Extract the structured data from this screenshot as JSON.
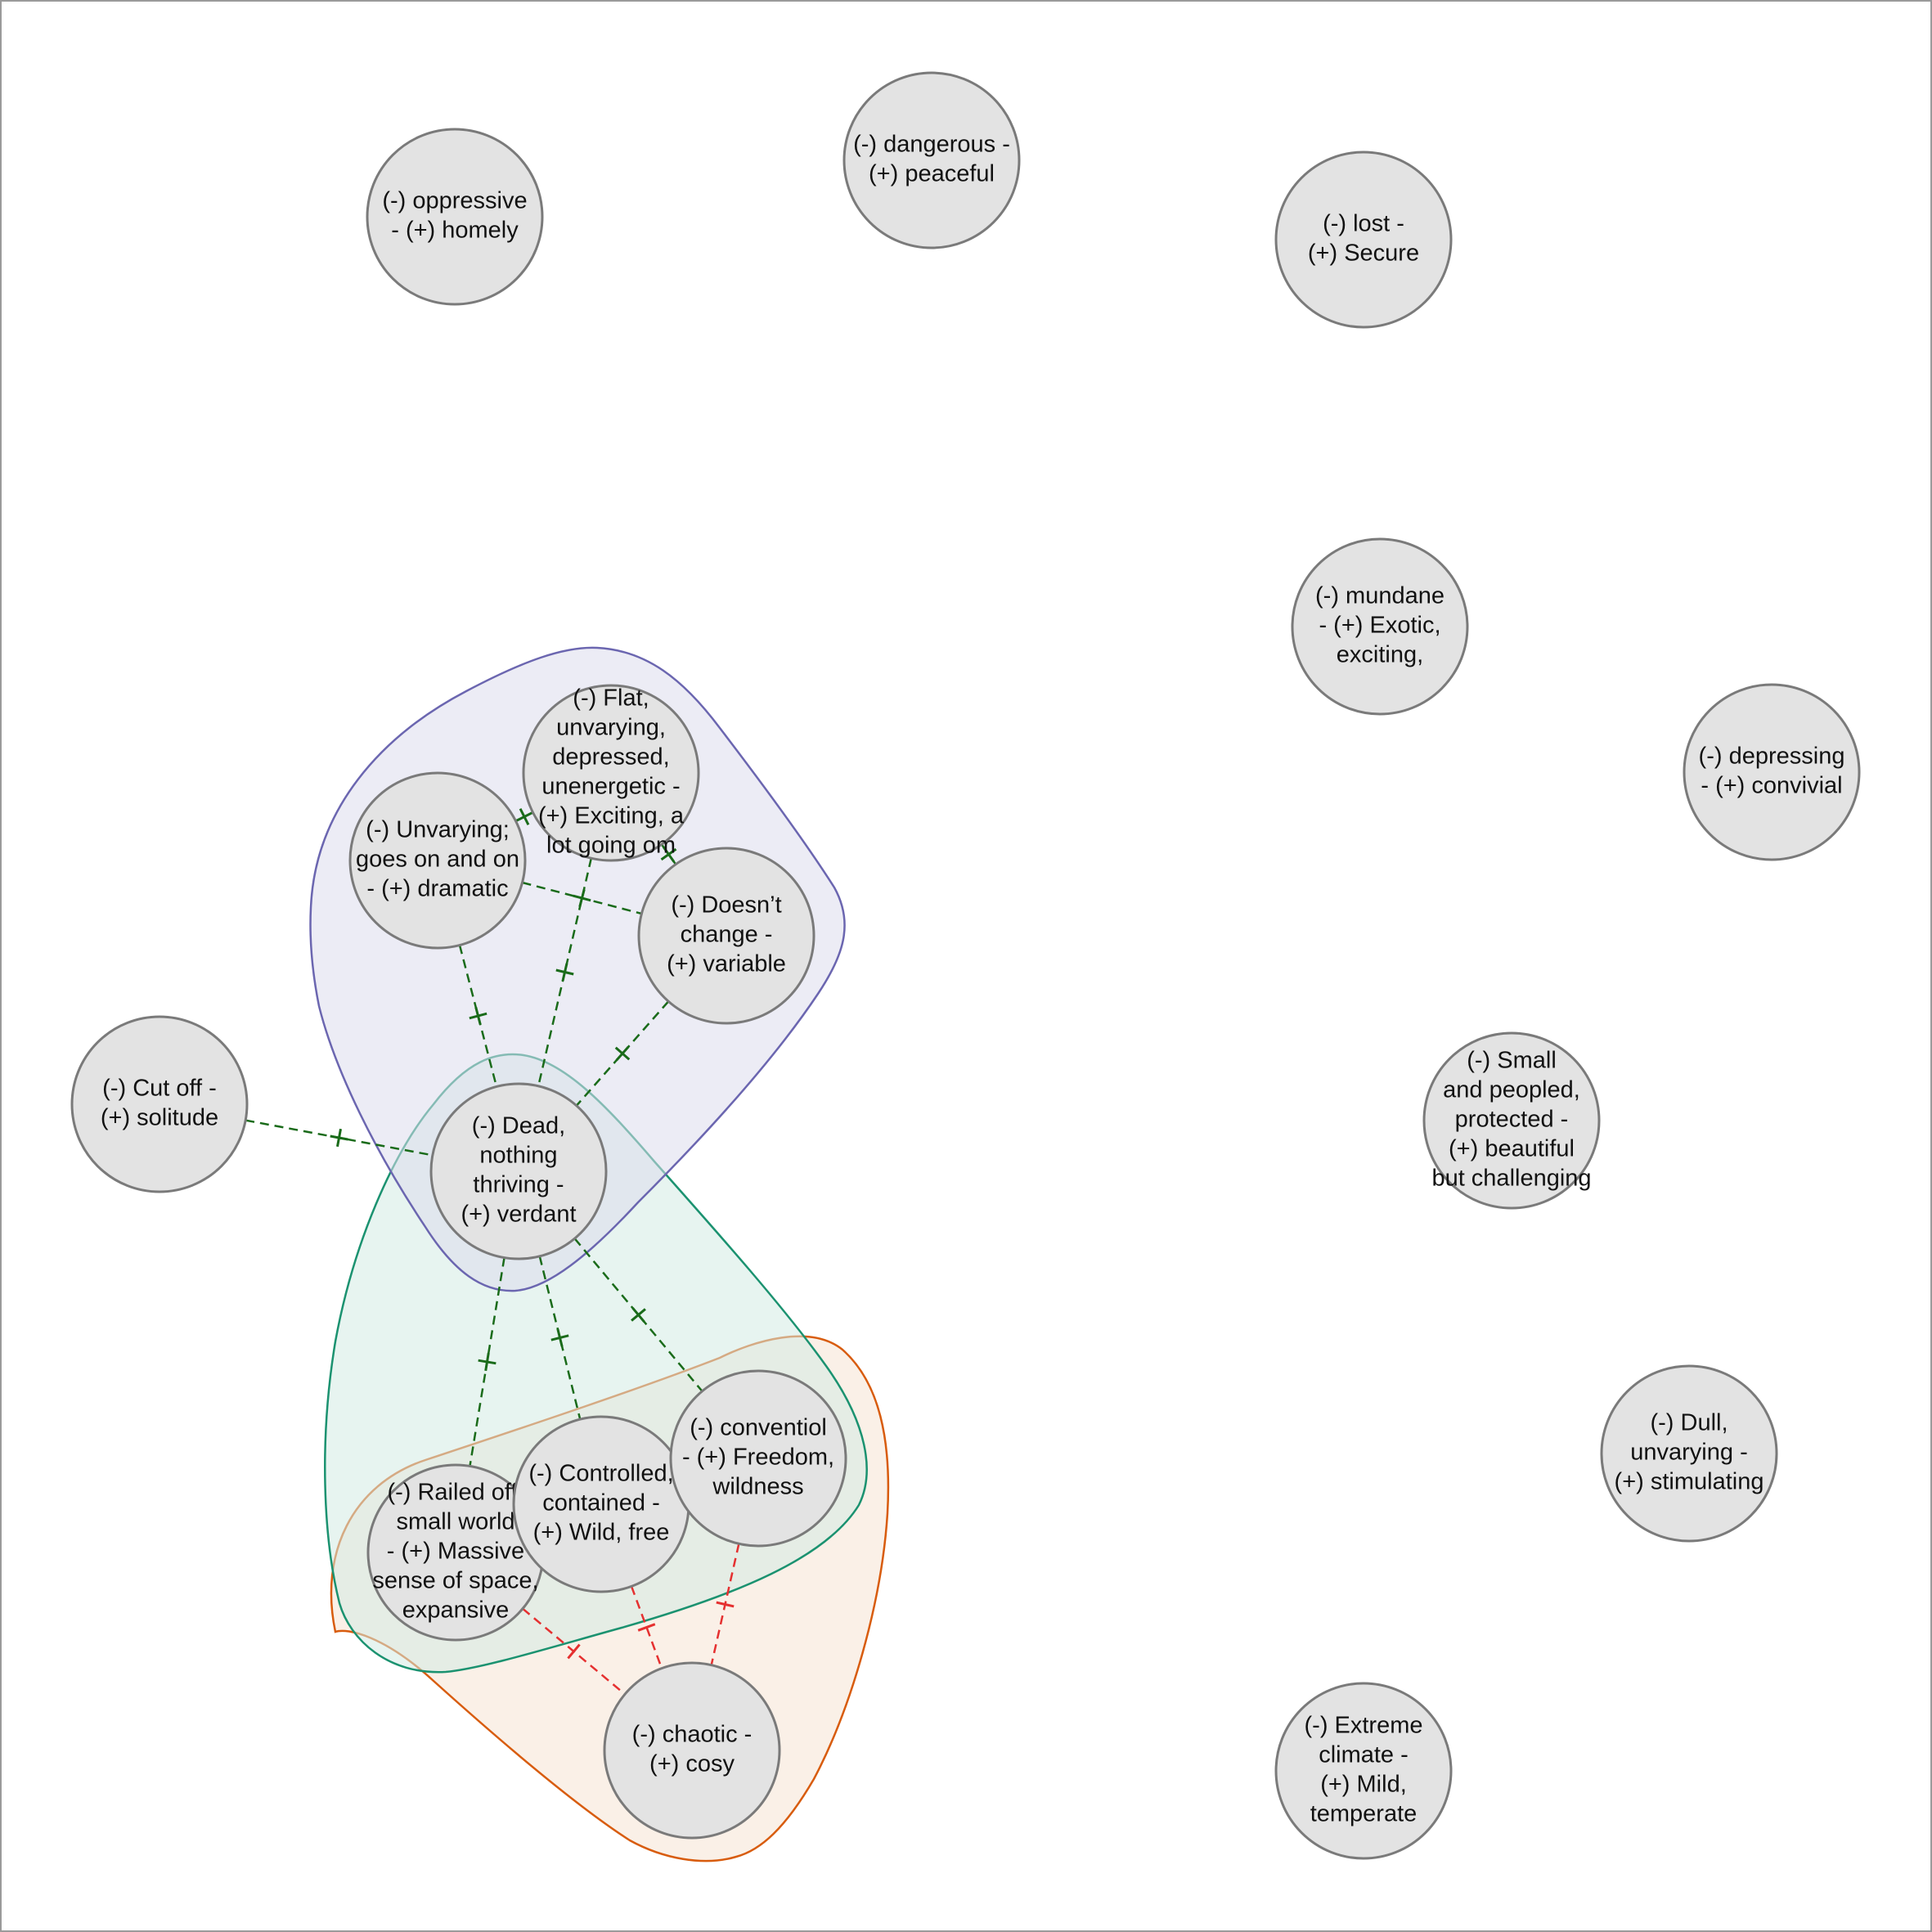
{
  "colors": {
    "node_fill": "#e3e3e3",
    "node_stroke": "#7a7a7a",
    "positive_link": "#1a6b1a",
    "negative_link": "#e53030",
    "cluster_purple_stroke": "#6b66b0",
    "cluster_purple_fill": "#dcdcec",
    "cluster_green_stroke": "#1b9270",
    "cluster_green_fill": "#d3ebe3",
    "cluster_orange_stroke": "#d85c0e",
    "cluster_orange_fill": "#f6e3d3"
  },
  "nodes": [
    {
      "id": "oppressive",
      "lines": [
        "(-) oppressive",
        "- (+) homely"
      ]
    },
    {
      "id": "dangerous",
      "lines": [
        "(-) dangerous -",
        "(+) peaceful"
      ]
    },
    {
      "id": "lost",
      "lines": [
        "(-) lost -",
        "(+) Secure"
      ]
    },
    {
      "id": "mundane",
      "lines": [
        "(-) mundane",
        "- (+) Exotic,",
        "exciting,"
      ]
    },
    {
      "id": "depressing",
      "lines": [
        "(-) depressing",
        "- (+) convivial"
      ]
    },
    {
      "id": "small",
      "lines": [
        "(-) Small",
        "and peopled,",
        "protected -",
        "(+) beautiful",
        "but challenging"
      ]
    },
    {
      "id": "dull",
      "lines": [
        "(-) Dull,",
        "unvarying -",
        "(+) stimulating"
      ]
    },
    {
      "id": "extreme",
      "lines": [
        "(-) Extreme",
        "climate -",
        "(+) Mild,",
        "temperate"
      ]
    },
    {
      "id": "flat",
      "lines": [
        "(-) Flat,",
        "unvarying,",
        "depressed,",
        "unenergetic -",
        "(+) Exciting, a",
        "lot going om"
      ]
    },
    {
      "id": "unvarying",
      "lines": [
        "(-) Unvarying;",
        "goes on and on",
        "- (+) dramatic"
      ]
    },
    {
      "id": "doesnt",
      "lines": [
        "(-) Doesn’t",
        "change -",
        "(+) variable"
      ]
    },
    {
      "id": "cutoff",
      "lines": [
        "(-) Cut off -",
        "(+) solitude"
      ]
    },
    {
      "id": "dead",
      "lines": [
        "(-) Dead,",
        "nothing",
        "thriving -",
        "(+) verdant"
      ]
    },
    {
      "id": "railed",
      "lines": [
        "(-) Railed off,",
        "small world",
        "- (+) Massive",
        "sense of space,",
        "expansive"
      ]
    },
    {
      "id": "controlled",
      "lines": [
        "(-) Controlled,",
        "contained -",
        "(+) Wild, free"
      ]
    },
    {
      "id": "convention",
      "lines": [
        "(-) conventiol",
        "- (+) Freedom,",
        "wildness"
      ]
    },
    {
      "id": "chaotic",
      "lines": [
        "(-) chaotic -",
        "(+) cosy"
      ]
    }
  ],
  "links": [
    {
      "from": "unvarying",
      "to": "flat",
      "sign": "positive"
    },
    {
      "from": "flat",
      "to": "doesnt",
      "sign": "positive"
    },
    {
      "from": "unvarying",
      "to": "doesnt",
      "sign": "positive"
    },
    {
      "from": "unvarying",
      "to": "dead",
      "sign": "positive"
    },
    {
      "from": "flat",
      "to": "dead",
      "sign": "positive"
    },
    {
      "from": "doesnt",
      "to": "dead",
      "sign": "positive"
    },
    {
      "from": "cutoff",
      "to": "dead",
      "sign": "positive"
    },
    {
      "from": "dead",
      "to": "railed",
      "sign": "positive"
    },
    {
      "from": "dead",
      "to": "controlled",
      "sign": "positive"
    },
    {
      "from": "dead",
      "to": "convention",
      "sign": "positive"
    },
    {
      "from": "railed",
      "to": "chaotic",
      "sign": "negative"
    },
    {
      "from": "controlled",
      "to": "chaotic",
      "sign": "negative"
    },
    {
      "from": "convention",
      "to": "chaotic",
      "sign": "negative"
    }
  ],
  "clusters": [
    {
      "id": "cluster-orange",
      "color": "orange"
    },
    {
      "id": "cluster-green",
      "color": "green"
    },
    {
      "id": "cluster-purple",
      "color": "purple"
    }
  ]
}
